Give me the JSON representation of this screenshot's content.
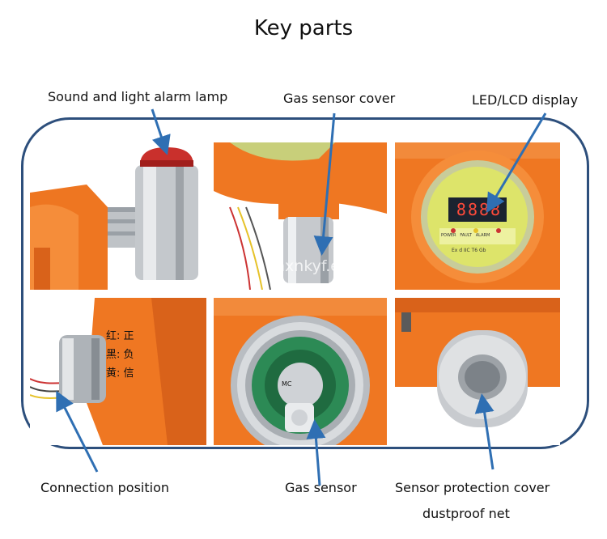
{
  "title": "Key parts",
  "labels": {
    "alarm_lamp": "Sound and light alarm lamp",
    "sensor_cover": "Gas sensor cover",
    "display": "LED/LCD display",
    "connection": "Connection position",
    "gas_sensor": "Gas sensor",
    "protection_cover": "Sensor protection cover",
    "dustproof": "dustproof net"
  },
  "photo_text": {
    "display_digits": "8888",
    "display_status": [
      "POWER",
      "FAULT",
      "ALARM"
    ],
    "display_mark": "Ex d IIC T6 Gb",
    "wire_labels": [
      "红: 正",
      "黑: 负",
      "黄: 信"
    ],
    "sensor_mark": "MC"
  },
  "watermark": "nxnkyf.en.com",
  "colors": {
    "frame": "#2d4f7c",
    "arrow": "#2f6fb3",
    "housing": "#f07a24",
    "steel": "#c9ccd0"
  }
}
